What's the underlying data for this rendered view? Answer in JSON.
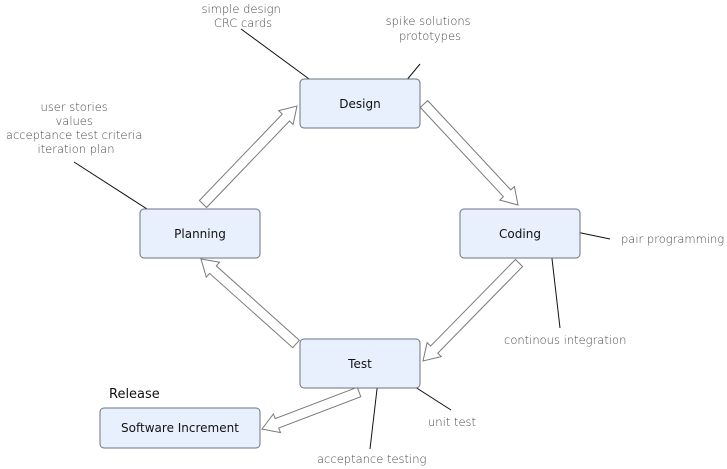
{
  "boxes": {
    "design": "Design",
    "coding": "Coding",
    "test": "Test",
    "planning": "Planning",
    "increment": "Software Increment"
  },
  "release_label": "Release",
  "notes": {
    "design_left": [
      "simple design",
      "CRC cards"
    ],
    "design_right": [
      "spike solutions",
      "prototypes"
    ],
    "planning": [
      "user stories",
      "values",
      "acceptance test criteria",
      "iteration plan"
    ],
    "pair": "pair programming",
    "integration": "continous integration",
    "unit": "unit test",
    "acceptance": "acceptance testing"
  }
}
